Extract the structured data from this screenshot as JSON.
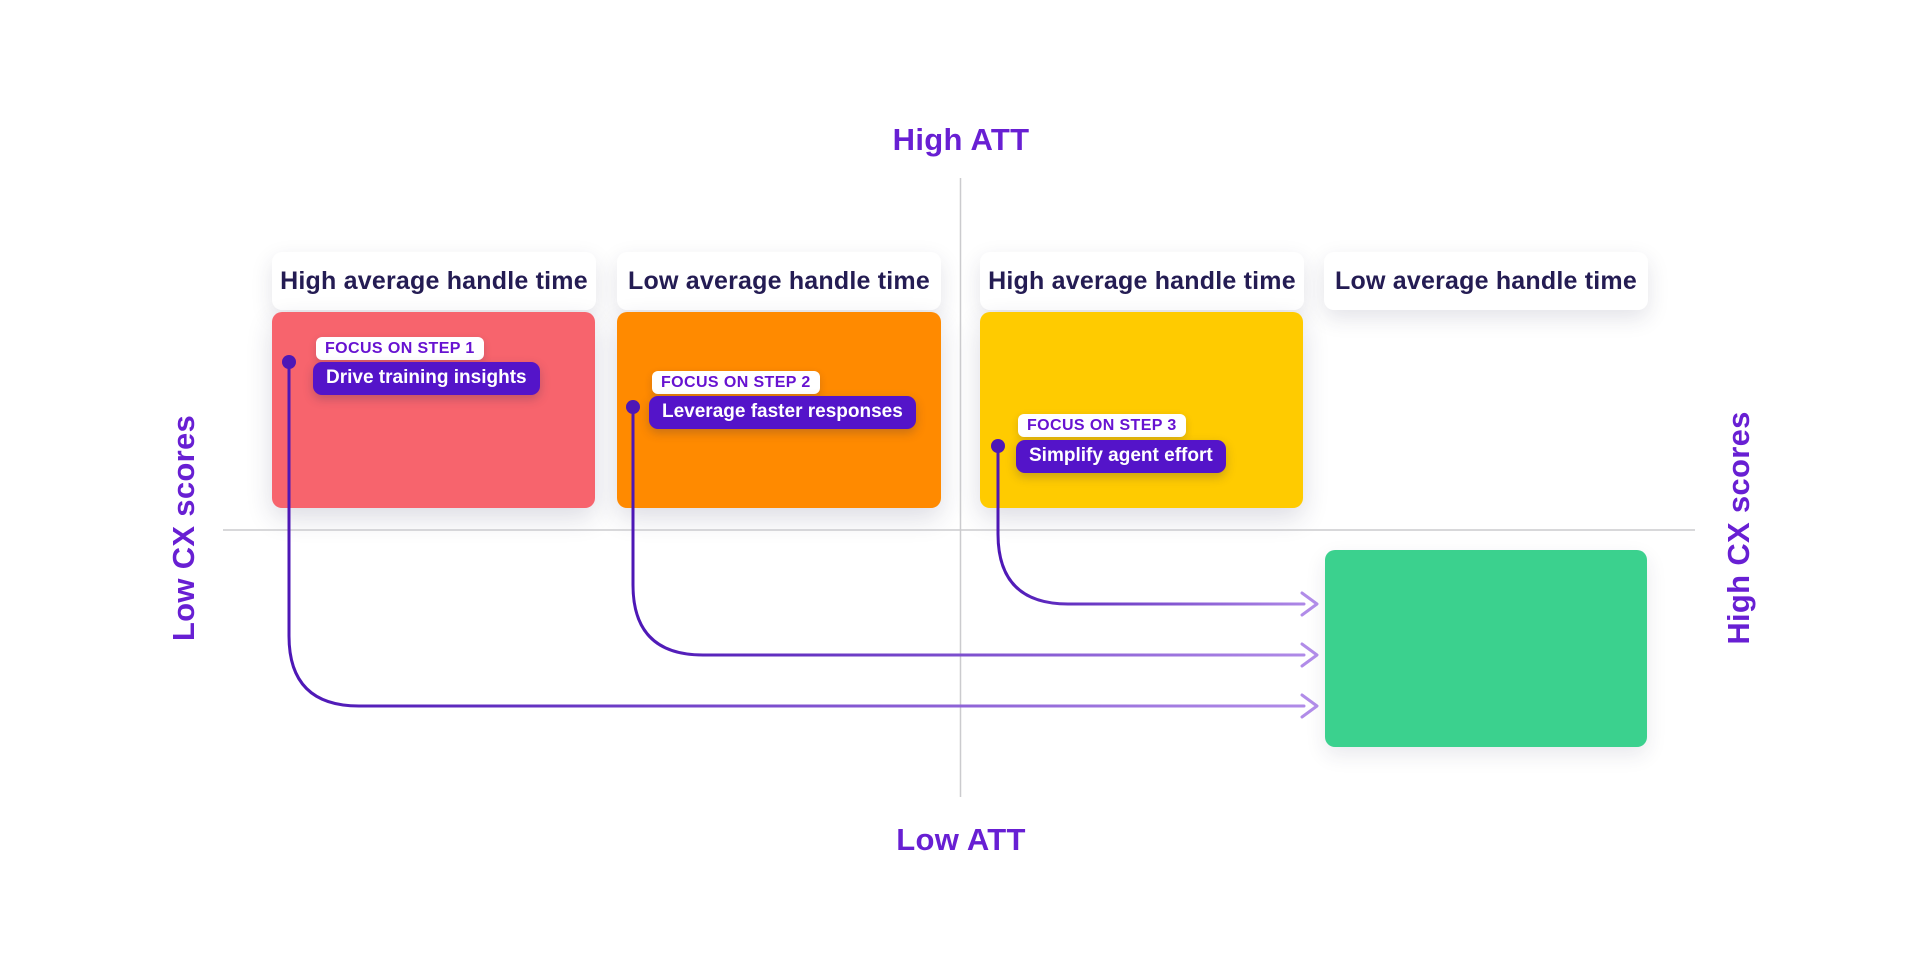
{
  "diagram": {
    "type": "quadrant-matrix",
    "axes": {
      "top_label": "High ATT",
      "bottom_label": "Low ATT",
      "left_label": "Low CX scores",
      "right_label": "High CX scores"
    },
    "quadrant_cards": [
      {
        "title": "High average handle time",
        "fill": "#F7646D",
        "has_fill": true
      },
      {
        "title": "Low average handle time",
        "fill": "#FF8A00",
        "has_fill": true
      },
      {
        "title": "High average handle time",
        "fill": "#FFCB00",
        "has_fill": true
      },
      {
        "title": "Low average handle time",
        "fill": "",
        "has_fill": false
      }
    ],
    "steps": [
      {
        "tag": "FOCUS ON STEP 1",
        "label": "Drive training insights"
      },
      {
        "tag": "FOCUS ON STEP 2",
        "label": "Leverage faster responses"
      },
      {
        "tag": "FOCUS ON STEP 3",
        "label": "Simplify agent effort"
      }
    ],
    "target_box": {
      "fill": "#3BD18E"
    }
  },
  "colors": {
    "axis_label": "#681FD3",
    "axis_line": "#CBCBCE",
    "heading_text": "#241C53",
    "tag_text": "#6712D1",
    "pill_bg": "#5414C9",
    "arrow_start": "#4D17B6",
    "arrow_end": "#B18CE8",
    "card_red": "#F7646D",
    "card_orange": "#FF8A00",
    "card_yellow": "#FFCB00",
    "target_green": "#3BD18E",
    "background": "#FFFFFF"
  }
}
